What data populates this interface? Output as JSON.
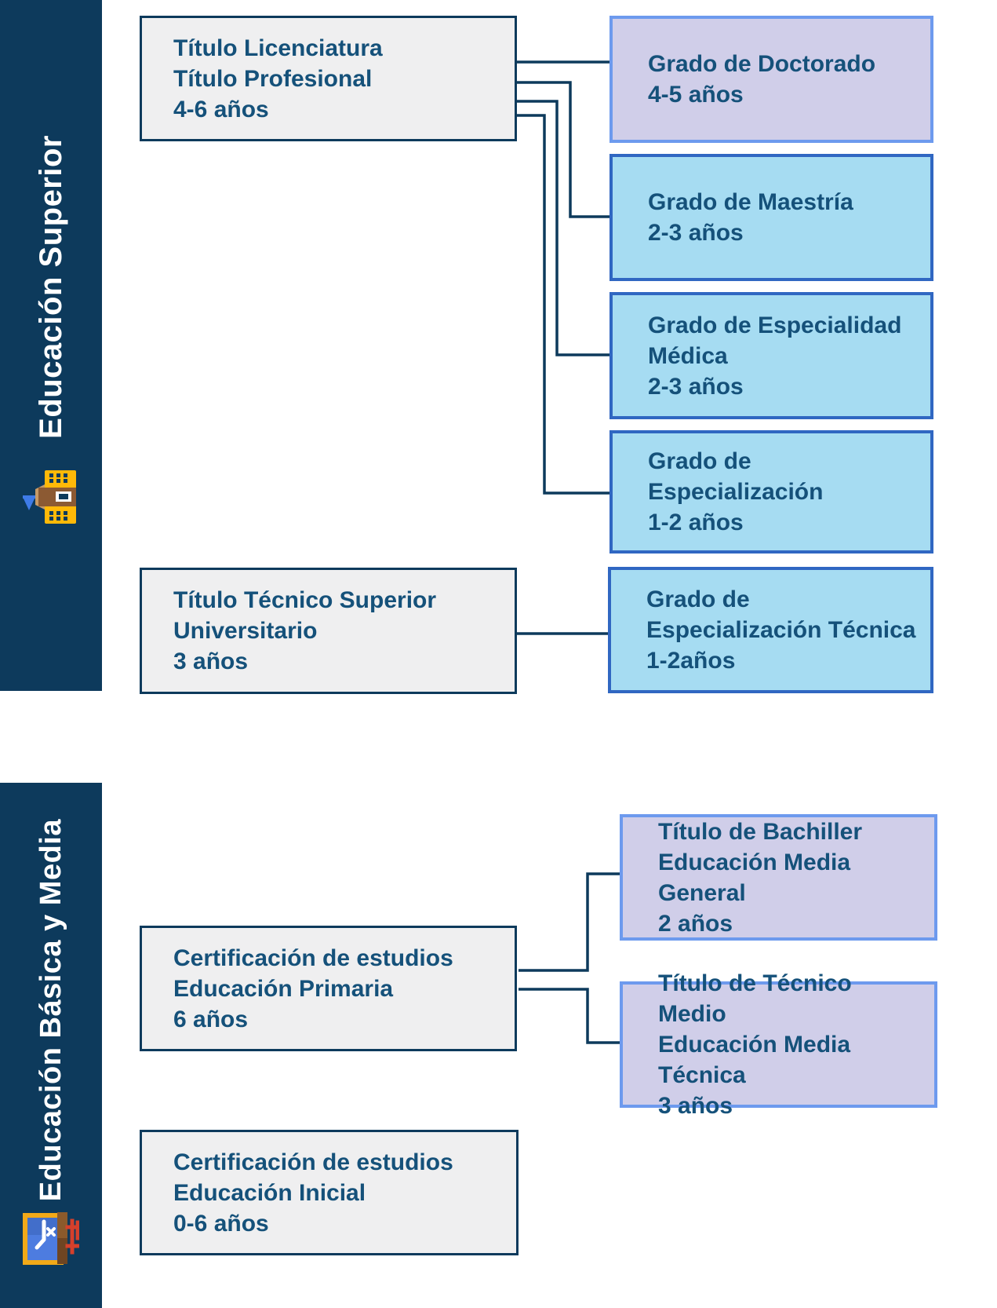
{
  "sections": {
    "superior": {
      "label": "Educación Superior",
      "icon": "school-icon"
    },
    "basica": {
      "label": "Educación Básica y Media",
      "icon": "classroom-door-icon"
    }
  },
  "boxes": {
    "licenciatura": {
      "style": "gray",
      "lines": [
        "Título Licenciatura",
        "Título Profesional",
        "4-6 años"
      ]
    },
    "tecnico_superior": {
      "style": "gray",
      "lines": [
        "Título Técnico Superior",
        "Universitario",
        "3 años"
      ]
    },
    "primaria": {
      "style": "gray",
      "lines": [
        "Certificación de estudios",
        "Educación Primaria",
        "6 años"
      ]
    },
    "inicial": {
      "style": "gray",
      "lines": [
        "Certificación de estudios",
        "Educación Inicial",
        "0-6 años"
      ]
    },
    "doctorado": {
      "style": "lavender",
      "lines": [
        "Grado de Doctorado",
        "4-5 años"
      ]
    },
    "maestria": {
      "style": "blue",
      "lines": [
        "Grado de Maestría",
        "2-3 años"
      ]
    },
    "especialidad_medica": {
      "style": "blue",
      "lines": [
        "Grado de Especialidad Médica",
        "2-3 años"
      ]
    },
    "especializacion": {
      "style": "blue",
      "lines": [
        "Grado de Especialización",
        "1-2 años"
      ]
    },
    "especializacion_tecnica": {
      "style": "blue",
      "lines": [
        "Grado de",
        "Especialización Técnica",
        "1-2años"
      ]
    },
    "bachiller": {
      "style": "lavender",
      "lines": [
        "Título de Bachiller",
        "Educación Media General",
        "2 años"
      ]
    },
    "tecnico_medio": {
      "style": "lavender",
      "lines": [
        "Título de Técnico Medio",
        "Educación Media Técnica",
        "3 años"
      ]
    }
  },
  "colors": {
    "sidebar_navy": "#0D3A5C",
    "box_text": "#15517A",
    "gray_fill": "#EFEFF0",
    "gray_border": "#0D3A5C",
    "blue_fill": "#A6DCF2",
    "blue_border": "#3067C2",
    "lavender_fill": "#D0CEE9",
    "lavender_border": "#6D9AEE",
    "connector": "#0D3A5C",
    "label_text": "#FFFFFF"
  }
}
